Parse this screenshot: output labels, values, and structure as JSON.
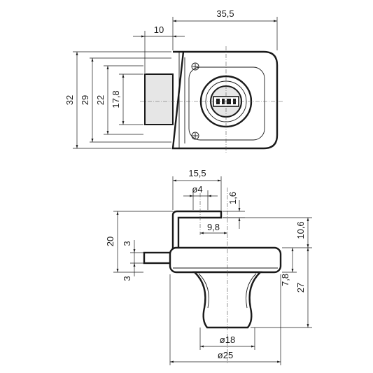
{
  "dimensions": {
    "top_width": "35,5",
    "top_offset": "10",
    "h_32": "32",
    "h_29": "29",
    "h_22": "22",
    "h_17_8": "17,8",
    "w_15_5": "15,5",
    "dia_4": "ø4",
    "t_1_6": "1,6",
    "w_9_8": "9,8",
    "h_20": "20",
    "h_3_a": "3",
    "h_3_b": "3",
    "h_10_6": "10,6",
    "h_7_8": "7,8",
    "h_27": "27",
    "dia_18": "ø18",
    "dia_25": "ø25"
  }
}
